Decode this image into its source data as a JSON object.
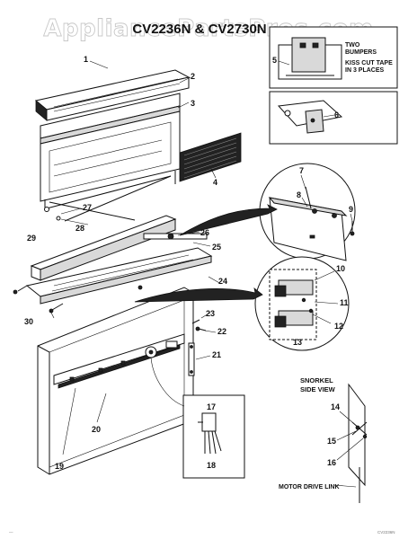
{
  "watermark": "AppliancePartsPros.com",
  "title": "CV2236N & CV2730N",
  "callouts": {
    "c1": "1",
    "c2": "2",
    "c3": "3",
    "c4": "4",
    "c5": "5",
    "c6": "6",
    "c7": "7",
    "c8": "8",
    "c9": "9",
    "c10": "10",
    "c11": "11",
    "c12": "12",
    "c13": "13",
    "c14": "14",
    "c15": "15",
    "c16": "16",
    "c17": "17",
    "c18": "18",
    "c19": "19",
    "c20": "20",
    "c21": "21",
    "c22": "22",
    "c23": "23",
    "c24": "24",
    "c25": "25",
    "c26": "26",
    "c27": "27",
    "c28": "28",
    "c29": "29",
    "c30": "30"
  },
  "notes": {
    "bumpers_line1": "TWO",
    "bumpers_line2": "BUMPERS",
    "tape_line1": "KISS CUT TAPE",
    "tape_line2": "IN 3 PLACES",
    "snorkel_line1": "SNORKEL",
    "snorkel_line2": "SIDE VIEW",
    "motor_link": "MOTOR DRIVE LINK"
  },
  "footer_left": "—",
  "footer_right": "CV2236N"
}
